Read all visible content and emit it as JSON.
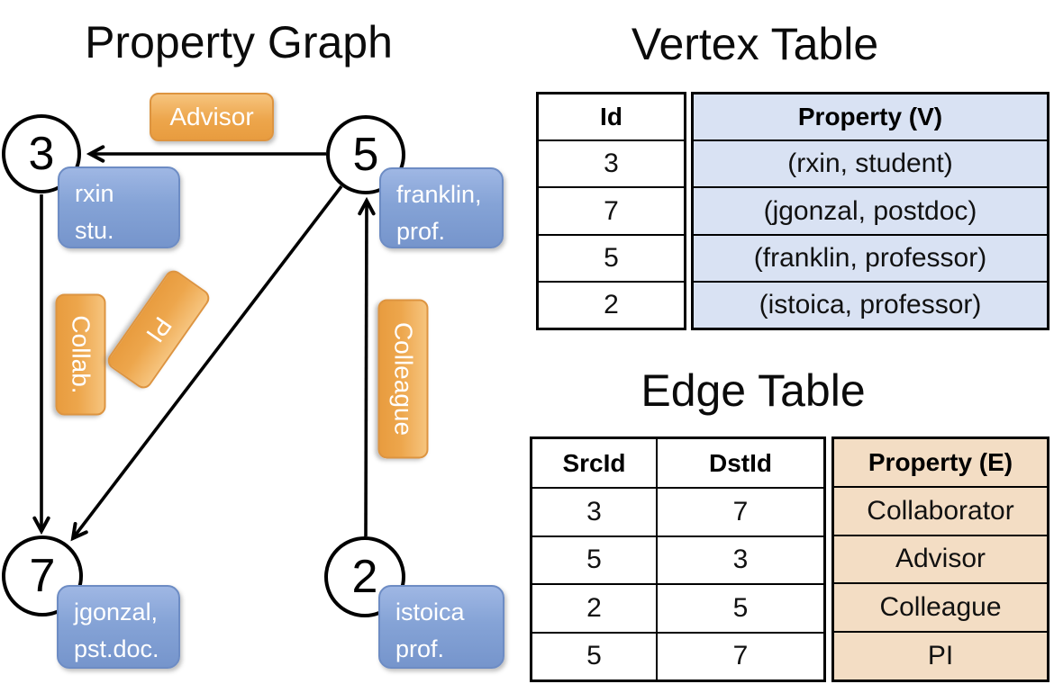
{
  "graph": {
    "title": "Property Graph",
    "nodes": [
      {
        "id": "3",
        "lines": [
          "rxin",
          "stu."
        ]
      },
      {
        "id": "5",
        "lines": [
          "franklin,",
          "prof."
        ]
      },
      {
        "id": "7",
        "lines": [
          "jgonzal,",
          "pst.doc."
        ]
      },
      {
        "id": "2",
        "lines": [
          "istoica",
          "prof."
        ]
      }
    ],
    "edge_labels": {
      "advisor": "Advisor",
      "collab": "Collab.",
      "pi": "PI",
      "colleague": "Colleague"
    },
    "edges": [
      {
        "from": "5",
        "to": "3",
        "label": "Advisor"
      },
      {
        "from": "3",
        "to": "7",
        "label": "Collab."
      },
      {
        "from": "5",
        "to": "7",
        "label": "PI"
      },
      {
        "from": "2",
        "to": "5",
        "label": "Colleague"
      }
    ]
  },
  "vertex_table": {
    "title": "Vertex Table",
    "columns": [
      "Id",
      "Property (V)"
    ],
    "rows": [
      [
        "3",
        "(rxin, student)"
      ],
      [
        "7",
        "(jgonzal, postdoc)"
      ],
      [
        "5",
        "(franklin, professor)"
      ],
      [
        "2",
        "(istoica, professor)"
      ]
    ]
  },
  "edge_table": {
    "title": "Edge Table",
    "columns": [
      "SrcId",
      "DstId",
      "Property (E)"
    ],
    "rows": [
      [
        "3",
        "7",
        "Collaborator"
      ],
      [
        "5",
        "3",
        "Advisor"
      ],
      [
        "2",
        "5",
        "Colleague"
      ],
      [
        "5",
        "7",
        "PI"
      ]
    ]
  },
  "colors": {
    "edge_label_fill": "#eda64c",
    "edge_label_border": "#dd9440",
    "vertex_label_fill": "#85a3d6",
    "vertex_label_border": "#6d8cc4",
    "vertex_table_property_bg": "#d9e2f3",
    "edge_table_property_bg": "#f3ddc4",
    "line_color": "#000000"
  }
}
